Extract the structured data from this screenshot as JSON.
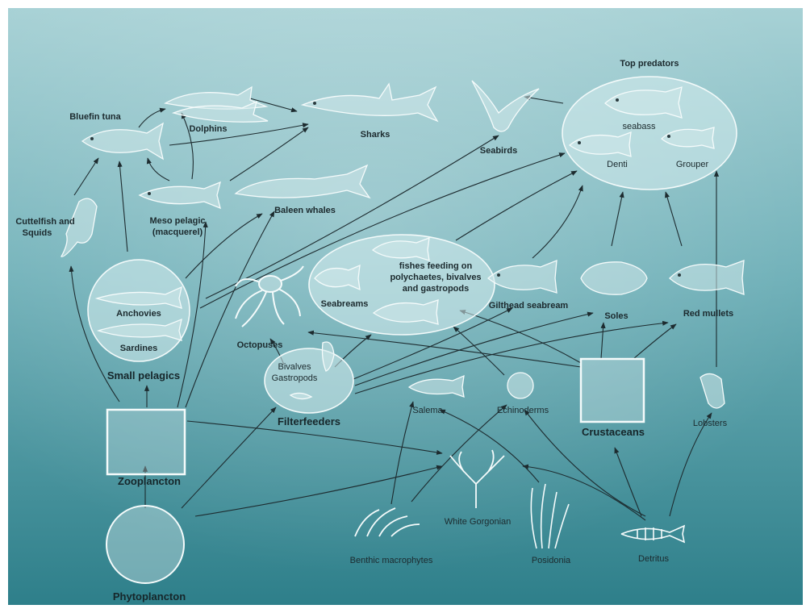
{
  "colors": {
    "sea_top": "#a7d1d5",
    "sea_mid": "#6fb0b8",
    "sea_bottom": "#2e7f8a",
    "arrow": "#1d2b2f",
    "outline": "#f4fbfb"
  },
  "labels": {
    "top_predators": "Top predators",
    "seabass": "seabass",
    "denti": "Denti",
    "grouper": "Grouper",
    "bluefin_tuna": "Bluefin tuna",
    "dolphins": "Dolphins",
    "sharks": "Sharks",
    "seabirds": "Seabirds",
    "cuttlefish_1": "Cuttelfish and",
    "cuttlefish_2": "Squids",
    "meso_1": "Meso pelagic",
    "meso_2": "(macquerel)",
    "baleen_whales": "Baleen whales",
    "fishes_feeding_1": "fishes feeding on",
    "fishes_feeding_2": "polychaetes, bivalves",
    "fishes_feeding_3": "and gastropods",
    "seabreams": "Seabreams",
    "gilthead": "Gilthead seabream",
    "soles": "Soles",
    "red_mullets": "Red mullets",
    "anchovies": "Anchovies",
    "sardines": "Sardines",
    "small_pelagics": "Small pelagics",
    "octopuses": "Octopuses",
    "bivalves_1": "Bivalves",
    "bivalves_2": "Gastropods",
    "filterfeeders": "Filterfeeders",
    "salema": "Salema",
    "echinoderms": "Echinoderms",
    "crustaceans": "Crustaceans",
    "lobsters": "Lobsters",
    "zooplancton": "Zooplancton",
    "phytoplancton": "Phytoplancton",
    "white_gorgonian": "White Gorgonian",
    "benthic": "Benthic macrophytes",
    "posidonia": "Posidonia",
    "detritus": "Detritus"
  }
}
